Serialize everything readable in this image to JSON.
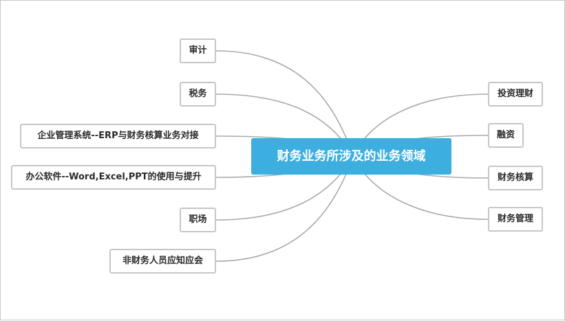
{
  "center": {
    "label": "财务业务所涉及的业务领域"
  },
  "left_nodes": [
    {
      "label": "审计"
    },
    {
      "label": "税务"
    },
    {
      "label": "企业管理系统--ERP与财务核算业务对接"
    },
    {
      "label": "办公软件--Word,Excel,PPT的使用与提升"
    },
    {
      "label": "职场"
    },
    {
      "label": "非财务人员应知应会"
    }
  ],
  "right_nodes": [
    {
      "label": "投资理财"
    },
    {
      "label": "融资"
    },
    {
      "label": "财务核算"
    },
    {
      "label": "财务管理"
    }
  ],
  "colors": {
    "center_fill": "#3daee0",
    "link": "#a9a9a9",
    "node_border": "#c6c6c6"
  }
}
